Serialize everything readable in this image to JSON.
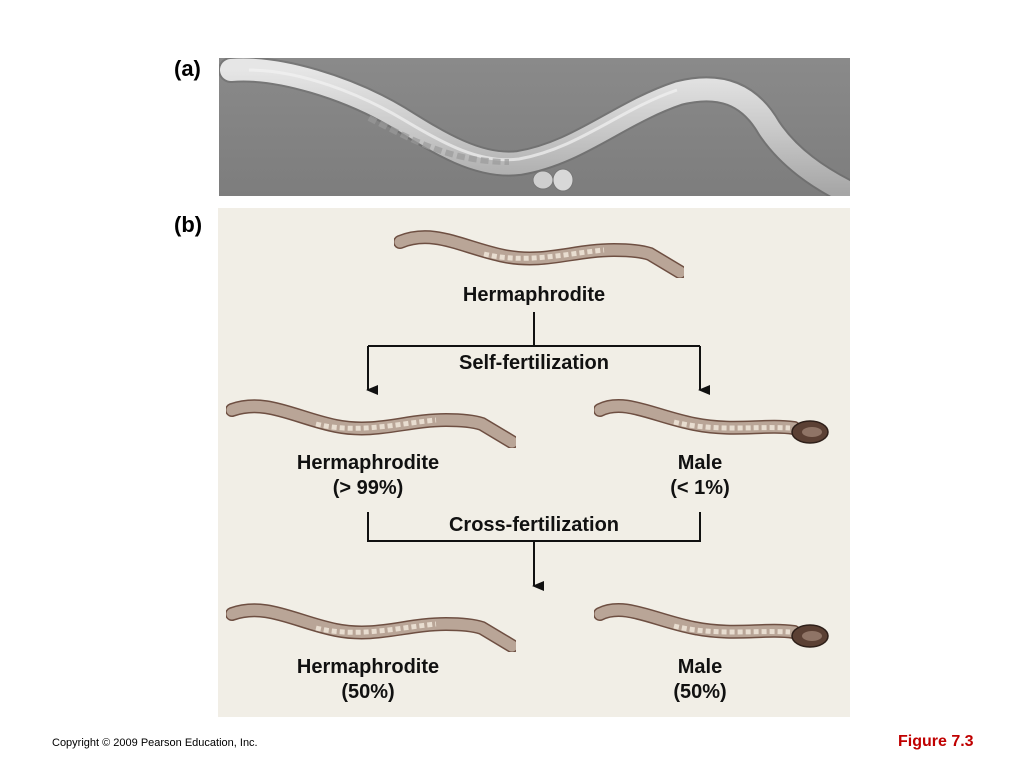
{
  "panels": {
    "a_label": "(a)",
    "b_label": "(b)"
  },
  "diagram": {
    "parent_label": "Hermaphrodite",
    "self_fertilization_label": "Self-fertilization",
    "gen1_left_label": "Hermaphrodite",
    "gen1_left_pct": "(> 99%)",
    "gen1_right_label": "Male",
    "gen1_right_pct": "(< 1%)",
    "cross_fertilization_label": "Cross-fertilization",
    "gen2_left_label": "Hermaphrodite",
    "gen2_left_pct": "(50%)",
    "gen2_right_label": "Male",
    "gen2_right_pct": "(50%)"
  },
  "footer": {
    "copyright": "Copyright © 2009 Pearson Education, Inc.",
    "figure": "Figure 7.3"
  },
  "colors": {
    "figure_label": "#c00000",
    "panel_b_background": "#f1eee6",
    "worm_body": "#b9a597",
    "worm_outline": "#6e4f42"
  }
}
